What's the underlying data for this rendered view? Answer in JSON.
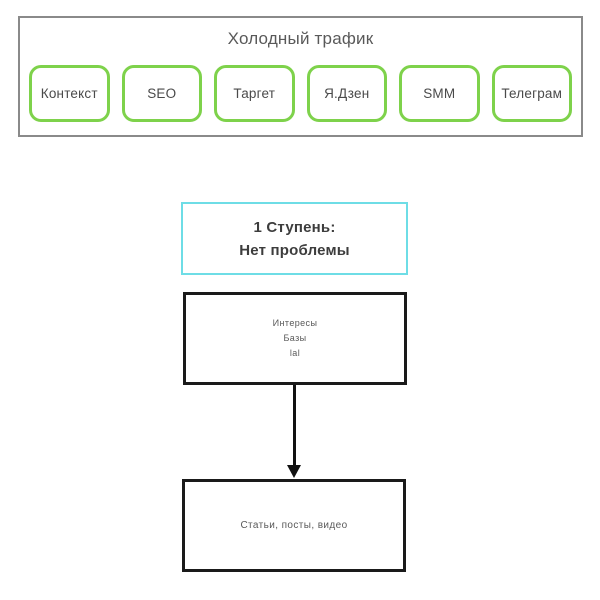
{
  "cold_traffic": {
    "title": "Холодный трафик",
    "channels": [
      "Контекст",
      "SEO",
      "Таргет",
      "Я.Дзен",
      "SMM",
      "Телеграм"
    ]
  },
  "stage": {
    "line1": "1 Ступень:",
    "line2": "Нет проблемы"
  },
  "audience": {
    "lines": [
      "Интересы",
      "Базы",
      "lal"
    ]
  },
  "content": {
    "label": "Статьи, посты, видео"
  },
  "colors": {
    "green_border": "#7ed24b",
    "cyan_border": "#6edde6",
    "gray_border": "#8a8a8a",
    "black_border": "#1a1a1a",
    "text_gray": "#595959"
  }
}
